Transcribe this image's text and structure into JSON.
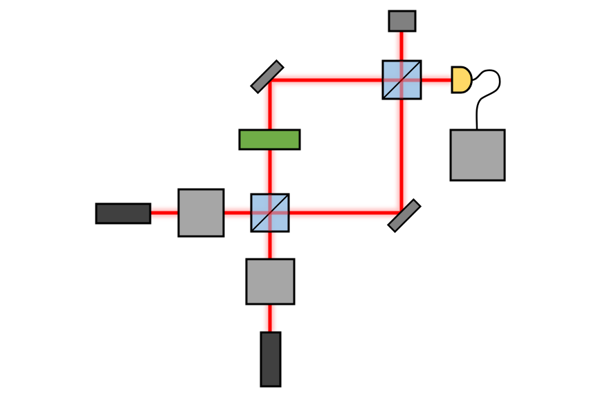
{
  "diagram": {
    "kind": "optical setup (Mach-Zehnder style interferometer)",
    "components": [
      {
        "id": "laser-left",
        "type": "laser",
        "color": "#404040"
      },
      {
        "id": "laser-bottom",
        "type": "laser",
        "color": "#404040"
      },
      {
        "id": "box-left",
        "type": "optical-module",
        "color": "#a6a6a6"
      },
      {
        "id": "box-bottom",
        "type": "optical-module",
        "color": "#a6a6a6"
      },
      {
        "id": "beamsplitter-lower",
        "type": "beam-splitter",
        "color": "#9dc3e6"
      },
      {
        "id": "beamsplitter-upper",
        "type": "beam-splitter",
        "color": "#9dc3e6"
      },
      {
        "id": "phase-plate",
        "type": "plate",
        "color": "#70ad47"
      },
      {
        "id": "mirror-top-left",
        "type": "mirror",
        "color": "#808080"
      },
      {
        "id": "mirror-bottom-right",
        "type": "mirror",
        "color": "#808080"
      },
      {
        "id": "beam-dump-top",
        "type": "beam-block",
        "color": "#808080"
      },
      {
        "id": "detector",
        "type": "photodetector",
        "color": "#ffd966"
      },
      {
        "id": "readout-box",
        "type": "readout-electronics",
        "color": "#a6a6a6"
      }
    ],
    "colors": {
      "beam": "#ff0000",
      "beam_glow": "#ffb3b3",
      "outline": "#000000"
    }
  }
}
